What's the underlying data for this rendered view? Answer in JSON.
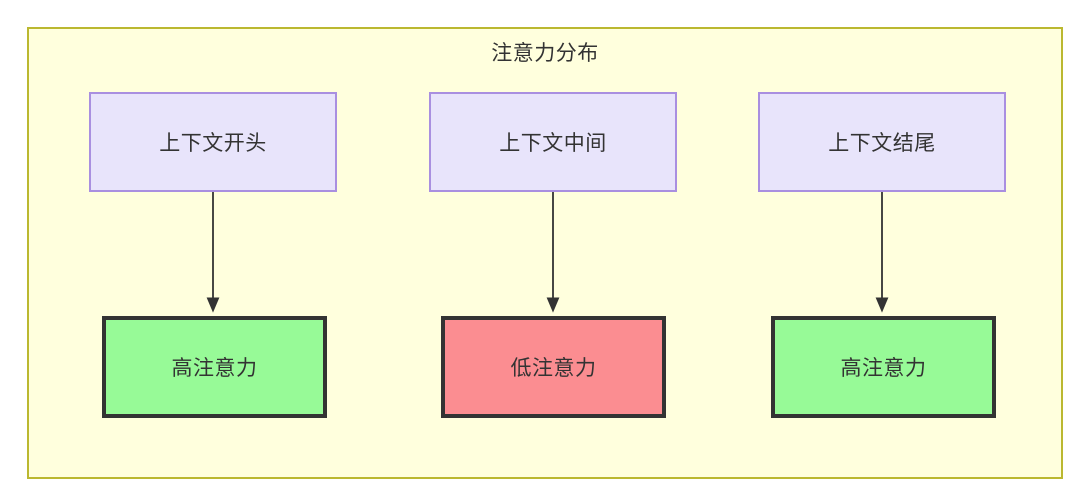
{
  "diagram": {
    "title": "注意力分布",
    "container": {
      "fill": "#ffffdd",
      "stroke": "#bbb830"
    },
    "top_nodes": [
      {
        "id": "context-start",
        "label": "上下文开头",
        "fill": "#e8e4fb",
        "stroke": "#a98fe0"
      },
      {
        "id": "context-middle",
        "label": "上下文中间",
        "fill": "#e8e4fb",
        "stroke": "#a98fe0"
      },
      {
        "id": "context-end",
        "label": "上下文结尾",
        "fill": "#e8e4fb",
        "stroke": "#a98fe0"
      }
    ],
    "bottom_nodes": [
      {
        "id": "high-attention-start",
        "label": "高注意力",
        "fill": "#97fa97",
        "stroke": "#333333"
      },
      {
        "id": "low-attention-middle",
        "label": "低注意力",
        "fill": "#fb8d91",
        "stroke": "#333333"
      },
      {
        "id": "high-attention-end",
        "label": "高注意力",
        "fill": "#97fa97",
        "stroke": "#333333"
      }
    ],
    "edges": [
      {
        "from": "context-start",
        "to": "high-attention-start",
        "style": "arrow-down"
      },
      {
        "from": "context-middle",
        "to": "low-attention-middle",
        "style": "arrow-down"
      },
      {
        "from": "context-end",
        "to": "high-attention-end",
        "style": "arrow-down"
      }
    ],
    "edge_color": "#333333"
  }
}
